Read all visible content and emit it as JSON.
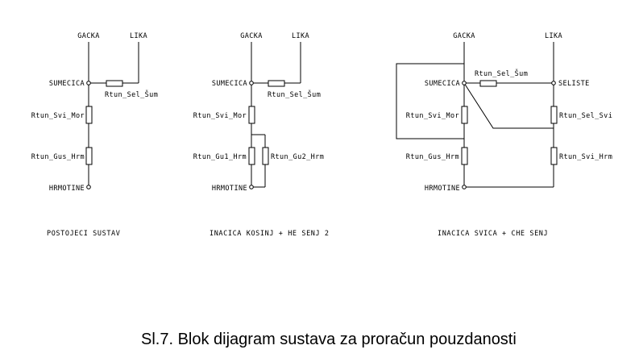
{
  "caption": "Sl.7. Blok dijagram sustava za proračun pouzdanosti",
  "diagrams": [
    {
      "nodes": {
        "gacka": "GACKA",
        "lika": "LIKA",
        "sumecica": "SUMECICA",
        "hrmotine": "HRMOTINE"
      },
      "resistors": {
        "sel_sum": "Rtun_Sel_Šum",
        "svi_mor": "Rtun_Svi_Mor",
        "gus_hrm": "Rtun_Gus_Hrm"
      },
      "caption": "POSTOJECI SUSTAV"
    },
    {
      "nodes": {
        "gacka": "GACKA",
        "lika": "LIKA",
        "sumecica": "SUMECICA",
        "hrmotine": "HRMOTINE"
      },
      "resistors": {
        "sel_sum": "Rtun_Sel_Šum",
        "svi_mor": "Rtun_Svi_Mor",
        "gu1_hrm": "Rtun_Gu1_Hrm",
        "gu2_hrm": "Rtun_Gu2_Hrm"
      },
      "caption": "INACICA KOSINJ + HE SENJ 2"
    },
    {
      "nodes": {
        "gacka": "GACKA",
        "lika": "LIKA",
        "sumecica": "SUMECICA",
        "seliste": "SELISTE",
        "hrmotine": "HRMOTINE"
      },
      "resistors": {
        "sel_sum": "Rtun_Sel_Šum",
        "svi_mor": "Rtun_Svi_Mor",
        "gus_hrm": "Rtun_Gus_Hrm",
        "sel_svi": "Rtun_Sel_Svi",
        "svi_hrm": "Rtun_Svi_Hrm"
      },
      "caption": "INACICA SVICA + CHE SENJ"
    }
  ]
}
